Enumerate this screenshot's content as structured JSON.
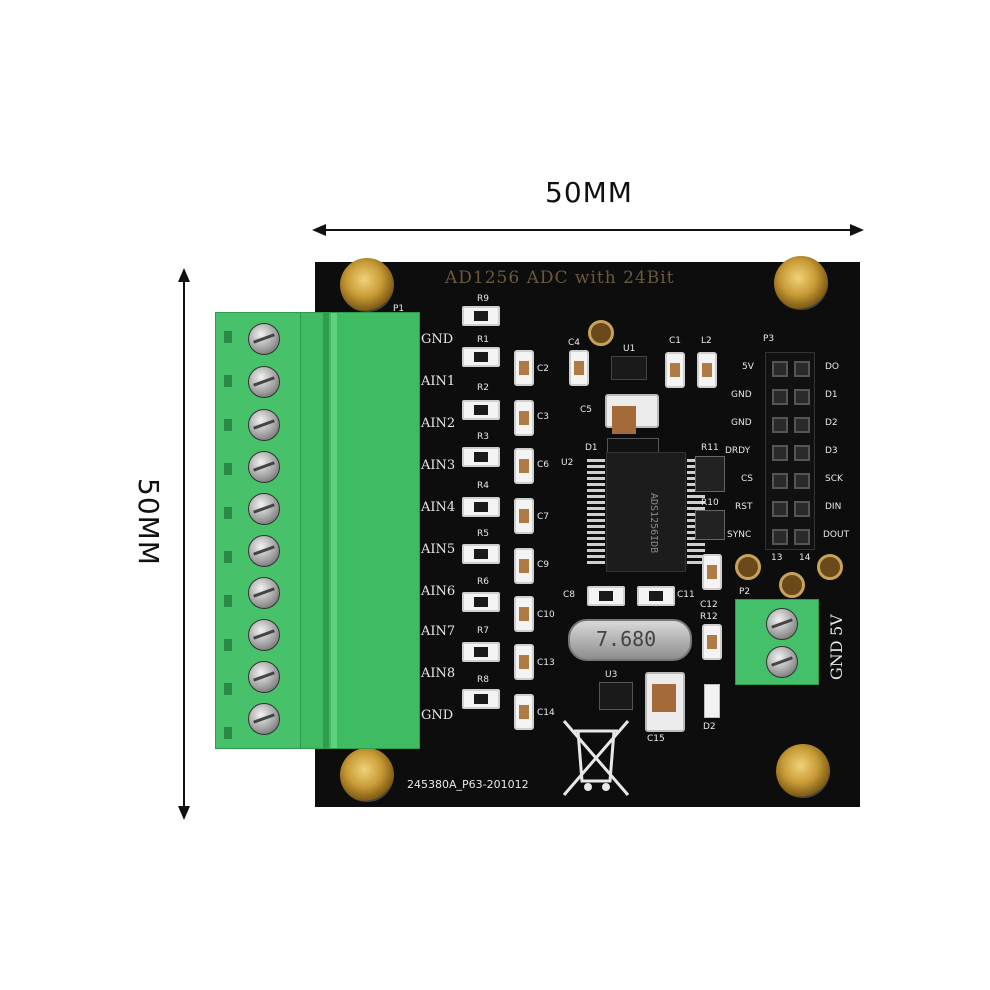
{
  "dimensions": {
    "width_label": "50MM",
    "height_label": "50MM"
  },
  "board": {
    "title": "AD1256 ADC with 24Bit",
    "serial": "245380A_P63-201012",
    "crystal_label": "7.680",
    "chip_label": "ADS1256IDB",
    "left_terminals": [
      "GND",
      "AIN1",
      "AIN2",
      "AIN3",
      "AIN4",
      "AIN5",
      "AIN6",
      "AIN7",
      "AIN8",
      "GND"
    ],
    "resistors": [
      "R9",
      "R1",
      "R2",
      "R3",
      "R4",
      "R5",
      "R6",
      "R7",
      "R8"
    ],
    "caps": [
      "C2",
      "C3",
      "C6",
      "C7",
      "C9",
      "C10",
      "C13",
      "C14"
    ],
    "header_left": [
      "5V",
      "GND",
      "GND",
      "DRDY",
      "CS",
      "RST",
      "SYNC"
    ],
    "header_right": [
      "DO",
      "D1",
      "D2",
      "D3",
      "SCK",
      "DIN",
      "DOUT"
    ],
    "header_name": "P3",
    "power_labels": [
      "GND",
      "5V"
    ],
    "power_name": "P2",
    "misc_labels": [
      "U1",
      "C1",
      "L2",
      "C5",
      "C4",
      "D1",
      "U2",
      "R11",
      "R10",
      "C8",
      "C11",
      "C12",
      "R12",
      "U3",
      "C15",
      "D2",
      "13",
      "14",
      "P1"
    ]
  }
}
